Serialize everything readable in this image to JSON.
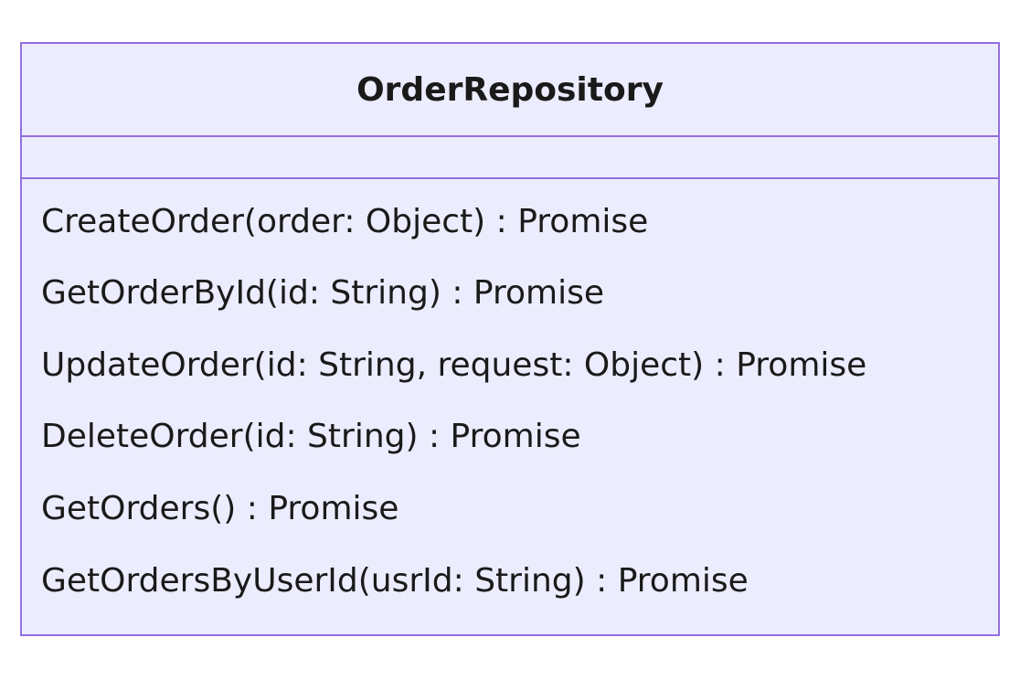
{
  "diagram": {
    "class_name": "OrderRepository",
    "attributes": [],
    "methods": [
      "CreateOrder(order: Object) : Promise",
      "GetOrderById(id: String) : Promise",
      "UpdateOrder(id: String, request: Object) : Promise",
      "DeleteOrder(id: String) : Promise",
      "GetOrders() : Promise",
      "GetOrdersByUserId(usrId: String) : Promise"
    ]
  },
  "colors": {
    "fill": "#ececff",
    "border": "#9370db",
    "text": "#1a1a1a"
  }
}
